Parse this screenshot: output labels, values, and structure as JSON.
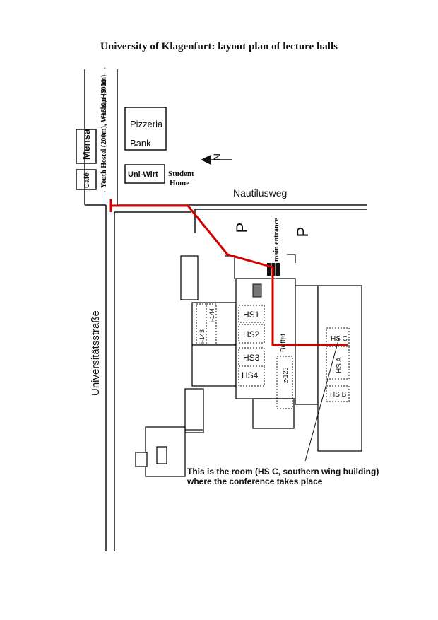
{
  "title": "University of Klagenfurt: layout plan of lecture halls",
  "labels": {
    "hs9_hs10": "← HS 9, HS 10",
    "youth_hostel": "→ Youth Hostel (200m), Wachau (400m) →",
    "mensa": "Mensa",
    "cafe": "Café",
    "pizzeria": "Pizzeria",
    "bank": "Bank",
    "uni_wirt": "Uni-Wirt",
    "student": "Student",
    "home": "Home",
    "north": "N",
    "nautilusweg": "Nautilusweg",
    "parking_1": "P",
    "parking_2": "P",
    "main_entrance": "main entrance",
    "universitaetsstrasse": "Universitätsstraße",
    "hs1": "HS1",
    "hs2": "HS2",
    "hs3": "HS3",
    "hs4": "HS4",
    "i143": "i-143",
    "i144": "i-144",
    "z123": "z-123",
    "buffet": "Buffet",
    "hsc": "HS C",
    "hsa": "HS A",
    "hsb": "HS B"
  },
  "note": {
    "line1": "This is the room (HS C, southern wing building)",
    "line2": "where the conference takes place"
  },
  "colors": {
    "route": "#d40000",
    "lines": "#111111"
  }
}
